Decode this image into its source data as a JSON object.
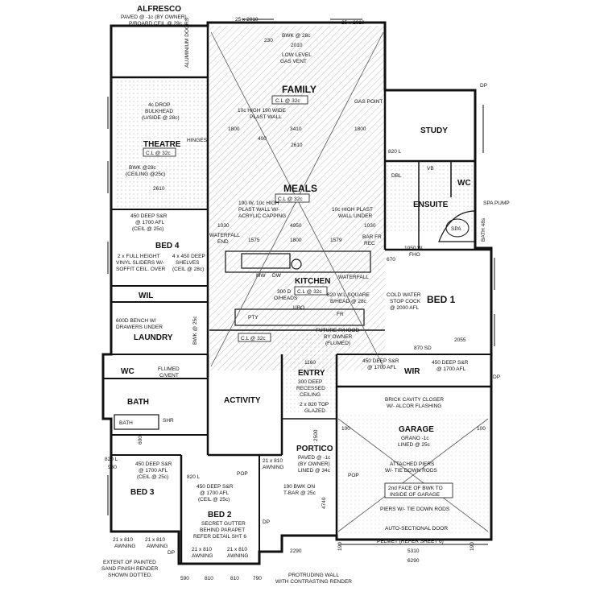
{
  "rooms": {
    "alfresco": "ALFRESCO",
    "family": "FAMILY",
    "study": "STUDY",
    "theatre": "THEATRE",
    "meals": "MEALS",
    "ensuite": "ENSUITE",
    "wc_ensuite": "WC",
    "bed4": "BED 4",
    "kitchen": "KITCHEN",
    "bed1": "BED 1",
    "wil": "WIL",
    "laundry": "LAUNDRY",
    "wc": "WC",
    "bath": "BATH",
    "activity": "ACTIVITY",
    "entry": "ENTRY",
    "wir": "WIR",
    "garage": "GARAGE",
    "portico": "PORTICO",
    "bed3": "BED 3",
    "bed2": "BED 2",
    "spa": "SPA",
    "vb": "VB",
    "dbl": "DBL"
  },
  "ceilings": {
    "family": "C.L @ 32c",
    "theatre": "C.L @ 32c",
    "meals": "C.L @ 32c",
    "kitchen": "C.L @ 32c",
    "kitchen2": "C.L @ 32c"
  },
  "notes": {
    "alfresco_1": "PAVED @ -1c (BY OWNER)",
    "alfresco_2": "P/BOARD CEIL @ 29c",
    "bwk_28c": "BWK @ 28c",
    "low_level_1": "LOW LEVEL",
    "low_level_2": "GAS VENT",
    "gas_point": "GAS POINT",
    "wall_1": "10c HIGH 190 WIDE",
    "wall_2": "PLAST WALL",
    "theatre_1": "4c DROP",
    "theatre_2": "BULKHEAD",
    "theatre_3": "(U/SIDE @ 28c)",
    "hinges": "HINGES",
    "bwk_theatre_1": "BWK @28c",
    "bwk_theatre_2": "(CEILING @25c)",
    "meals_w1": "190 W, 10c HIGH",
    "meals_w2": "PLAST WALL W/-",
    "meals_w3": "ACRYLIC CAPPING",
    "meals_w4": "10c HIGH PLAST",
    "meals_w5": "WALL UNDER",
    "waterfall_end": "WATERFALL",
    "end": "END",
    "bar_fr_rec": "BAR FR",
    "rec": "REC",
    "bed4_sr1": "450 DEEP S&R",
    "bed4_sr2": "@ 1700 AFL",
    "bed4_sr3": "(CEIL @ 25c)",
    "bed4_v1": "2 x FULL HEIGHT",
    "bed4_v2": "VINYL SLIDERS W/-",
    "bed4_v3": "SOFFIT CEIL. OVER",
    "bed4_s1": "4 x 450 DEEP",
    "bed4_s2": "SHELVES",
    "bed4_s3": "(CEIL @ 28c)",
    "fho": "1050 W.",
    "fho2": "FHO",
    "mw_rec": "MW",
    "dw_rec": "DW",
    "oheads_1": "300 D",
    "oheads_2": "O/HEADS",
    "bhead_1": "820 W.L SQUARE",
    "bhead_2": "B/HEAD @ 28c",
    "cold_1": "COLD WATER",
    "cold_2": "STOP COCK",
    "cold_3": "@ 2000 AFL",
    "pty": "PTY",
    "ubo": "UBO",
    "fr_rec": "FR",
    "laundry_1": "600D BENCH W/",
    "laundry_2": "DRAWERS UNDER",
    "rhood_1": "FUTURE R/HOOD",
    "rhood_2": "BY OWNER",
    "rhood_3": "(FLUMED)",
    "flumed_1": "FLUMED",
    "flumed_2": "C/VENT",
    "entry_1": "300 DEEP",
    "entry_2": "RECESSED",
    "entry_3": "CEILING",
    "entry_4": "2 x 820 TOP",
    "entry_5": "GLAZED",
    "wir_sr1": "450 DEEP S&R",
    "wir_sr2": "@ 1700 AFL",
    "wir_sr3": "450 DEEP S&R",
    "wir_sr4": "@ 1700 AFL",
    "brick_1": "BRICK CAVITY CLOSER",
    "brick_2": "W/- ALCOR FLASHING",
    "garage_1": "GRANO -1c",
    "garage_2": "LINED @ 25c",
    "portico_1": "PAVED @ -1c",
    "portico_2": "(BY OWNER)",
    "portico_3": "LINED @ 34c",
    "piers_1": "ATTACHED PIERS",
    "piers_2": "W/- TIE DOWN RODS",
    "bwk_face_1": "2nd FACE OF BWK TO",
    "bwk_face_2": "INSIDE OF GARAGE",
    "piers_3": "PIERS W/- TIE DOWN RODS",
    "auto_door": "AUTO-SECTIONAL DOOR",
    "pelmet": "PELMET (REFER SHEET 6)",
    "bwk_tbar_1": "190 BWK ON",
    "bwk_tbar_2": "T-BAR @ 25c",
    "bed3_sr1": "450 DEEP S&R",
    "bed3_sr2": "@ 1700 AFL",
    "bed3_sr3": "(CEIL @ 25c)",
    "bed2_sr1": "450 DEEP S&R",
    "bed2_sr2": "@ 1700 AFL",
    "bed2_sr3": "(CEIL @ 25c)",
    "bed2_g1": "SECRET GUTTER",
    "bed2_g2": "BEHIND PARAPET",
    "bed2_g3": "REFER DETAIL SHT 6",
    "awning": "AWNING",
    "awning_21": "21 x 810",
    "extent_1": "EXTENT OF PAINTED",
    "extent_2": "SAND FINISH RENDER",
    "extent_3": "SHOWN DOTTED.",
    "protrude_1": "PROTRUDING WALL",
    "protrude_2": "WITH CONTRASTING RENDER",
    "bwk25": "BWK @ 25c",
    "cl32": "C.L @ 32c",
    "sd": "870 SD",
    "bath_label": "BATH",
    "shr": "SHR",
    "aluminium": "ALUMINIUM DOORS",
    "bath_side": "BATH 48s",
    "spa_pump": "SPA PUMP",
    "dp": "DP",
    "pop": "POP"
  },
  "dims": {
    "d2x2010": "25 x 2010",
    "d2x2010b": "25 x 2010",
    "d2010": "2010",
    "d230": "230",
    "d1800": "1800",
    "d3410": "3410",
    "d1800b": "1800",
    "d400": "400",
    "d2610": "2610",
    "d820l": "820 L",
    "d2610t": "2610",
    "d1030": "1030",
    "d4950": "4950",
    "d1030b": "1030",
    "d1575": "1575",
    "d1800m": "1800",
    "d1579": "1579",
    "d670": "670",
    "d2055": "2055",
    "d1160": "1160",
    "d5310": "5310",
    "d6290": "6290",
    "d2290": "2290",
    "d590": "590",
    "d810": "810",
    "d790": "790",
    "d4740": "4740",
    "d2500": "2500",
    "d100": "100",
    "d600": "600",
    "d820": "820 L",
    "d930": "930",
    "d190": "190"
  }
}
